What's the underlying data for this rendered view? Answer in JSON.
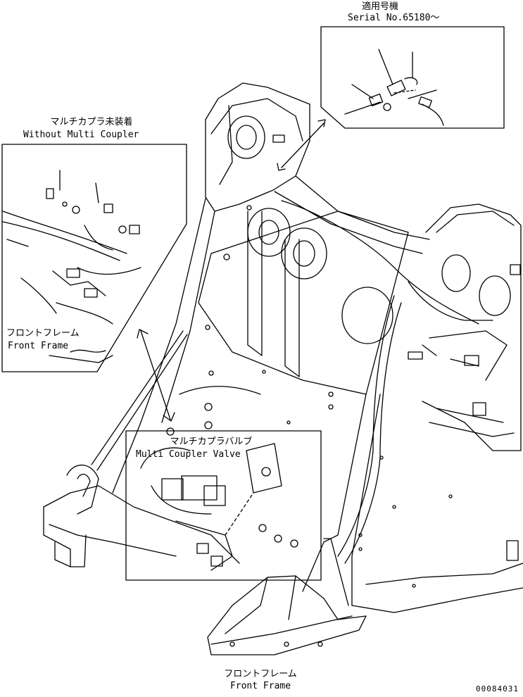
{
  "labels": {
    "serial_jp": "適用号機",
    "serial_en": "Serial No.65180～",
    "without_jp": "マルチカプラ未装着",
    "without_en": "Without Multi Coupler",
    "frame_left_jp": "フロントフレーム",
    "frame_left_en": "Front Frame",
    "valve_jp": "マルチカプラバルブ",
    "valve_en": "Multi Coupler Valve",
    "frame_bottom_jp": "フロントフレーム",
    "frame_bottom_en": "Front Frame",
    "drawing_code": "00084031"
  },
  "colors": {
    "line": "#000000",
    "background": "#ffffff"
  }
}
